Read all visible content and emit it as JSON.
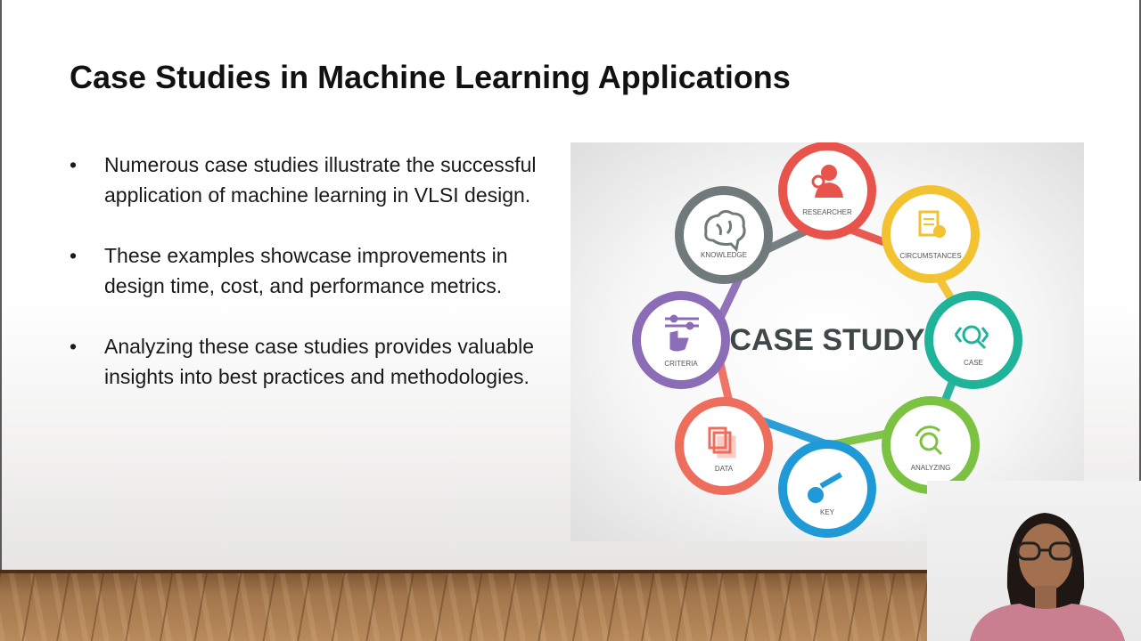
{
  "slide": {
    "title": "Case Studies in Machine Learning Applications",
    "bullet_symbol": "•",
    "bullets": [
      "Numerous case studies illustrate the successful application of machine learning in VLSI design.",
      "These examples showcase improvements in design time, cost, and performance metrics.",
      "Analyzing these case studies provides valuable insights into best practices and methodologies."
    ]
  },
  "diagram": {
    "center_label": "CASE STUDY",
    "nodes": [
      {
        "label": "RESEARCHER",
        "icon": "researcher-icon",
        "color": "#e8534b"
      },
      {
        "label": "CIRCUMSTANCES",
        "icon": "document-check-icon",
        "color": "#f2c230"
      },
      {
        "label": "CASE",
        "icon": "magnifier-icon",
        "color": "#1fb39a"
      },
      {
        "label": "ANALYZING",
        "icon": "analyzing-magnifier-icon",
        "color": "#7cc242"
      },
      {
        "label": "KEY",
        "icon": "key-icon",
        "color": "#1f9ad6"
      },
      {
        "label": "DATA",
        "icon": "stacked-documents-icon",
        "color": "#ee6e5e"
      },
      {
        "label": "CRITERIA",
        "icon": "sliders-hand-icon",
        "color": "#8b6cb6"
      },
      {
        "label": "KNOWLEDGE",
        "icon": "brain-icon",
        "color": "#707a7a"
      }
    ],
    "center_color": "#3f4848"
  },
  "webcam": {
    "subject": "presenter-webcam-feed"
  }
}
